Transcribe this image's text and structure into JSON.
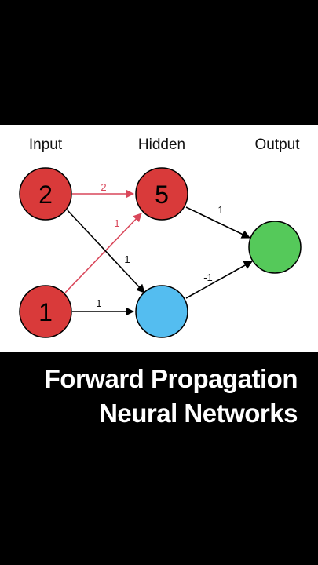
{
  "diagram": {
    "layer_labels": {
      "input": "Input",
      "hidden": "Hidden",
      "output": "Output"
    },
    "nodes": {
      "input_top": {
        "value": "2",
        "color": "#d93a3a"
      },
      "input_bottom": {
        "value": "1",
        "color": "#d93a3a"
      },
      "hidden_top": {
        "value": "5",
        "color": "#d93a3a"
      },
      "hidden_bottom": {
        "value": "",
        "color": "#54bdf0"
      },
      "output": {
        "value": "",
        "color": "#55c95a"
      }
    },
    "weights": {
      "in_top_to_hid_top": "2",
      "in_bottom_to_hid_top": "1",
      "in_top_to_hid_bottom": "1",
      "in_bottom_to_hid_bottom": "1",
      "hid_top_to_out": "1",
      "hid_bottom_to_out": "-1"
    },
    "colors": {
      "active_edge": "#d9475a",
      "inactive_edge": "#000000",
      "node_stroke": "#000000"
    }
  },
  "caption": {
    "line1": "Forward Propagation",
    "line2": "Neural Networks"
  }
}
